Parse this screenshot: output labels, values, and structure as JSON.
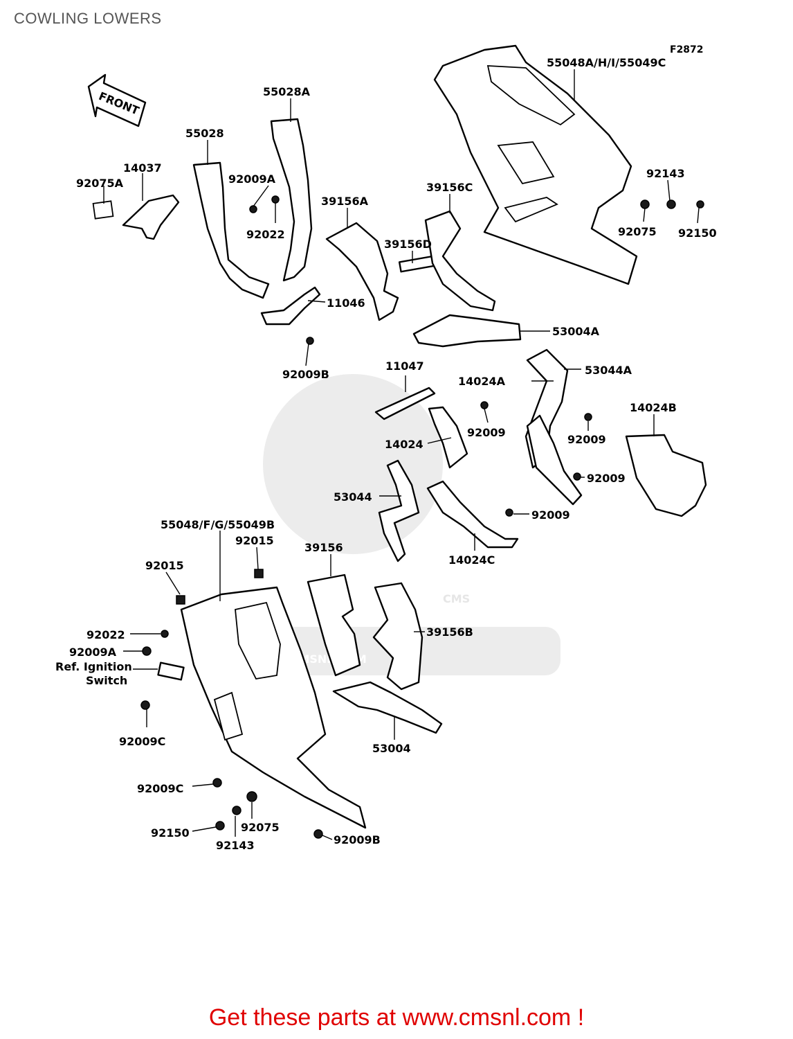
{
  "page": {
    "title": "COWLING LOWERS"
  },
  "figure_code": "F2872",
  "front_arrow_label": "FRONT",
  "watermark": {
    "text": "WWW.CMSNL.COM",
    "logo": "CMS"
  },
  "callouts": [
    "55048A/H/I/55049C",
    "55028A",
    "55028",
    "14037",
    "92075A",
    "92009A",
    "92022",
    "39156A",
    "39156C",
    "39156D",
    "92143",
    "92075",
    "92150",
    "11046",
    "53004A",
    "92009B",
    "11047",
    "14024A",
    "53044A",
    "14024B",
    "92009",
    "14024",
    "92009",
    "92009",
    "53044",
    "92009",
    "14024C",
    "55048/F/G/55049B",
    "92015",
    "92015",
    "39156",
    "92022",
    "92009A",
    "39156B",
    "92009C",
    "53004",
    "92009C",
    "92075",
    "92150",
    "92143",
    "92009B"
  ],
  "ref_note": {
    "line1": "Ref. Ignition",
    "line2": "Switch"
  },
  "promo": "Get these parts at www.cmsnl.com !",
  "colors": {
    "promo": "#e00000",
    "title": "#555555",
    "watermark": "#ececec"
  }
}
